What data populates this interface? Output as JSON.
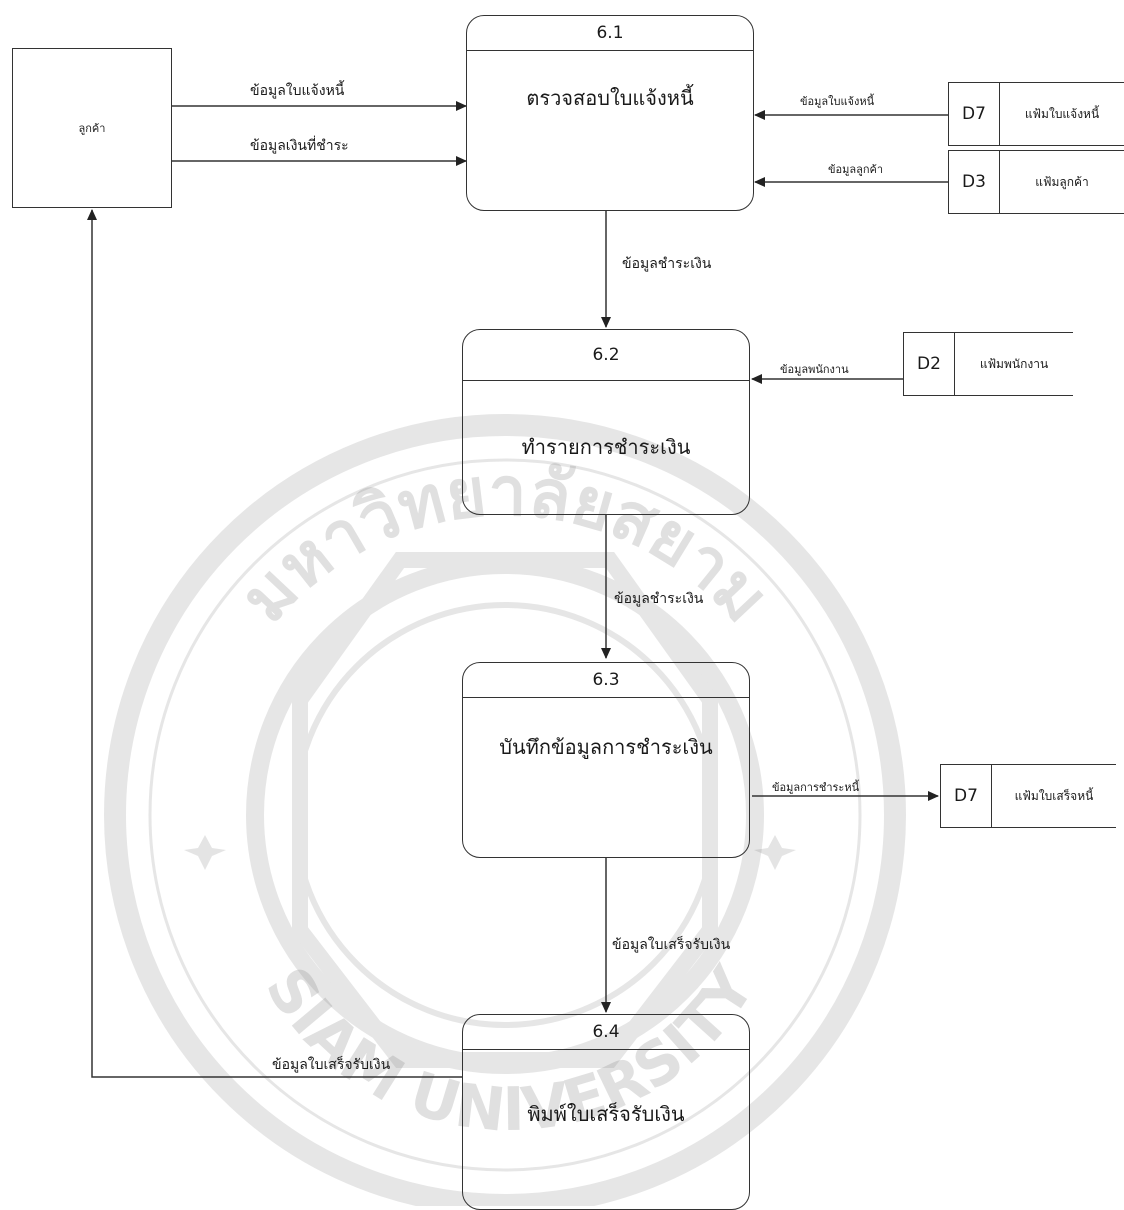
{
  "entity": {
    "label": "ลูกค้า"
  },
  "processes": [
    {
      "id": "6.1",
      "name": "ตรวจสอบใบแจ้งหนี้"
    },
    {
      "id": "6.2",
      "name": "ทำรายการชำระเงิน"
    },
    {
      "id": "6.3",
      "name": "บันทึกข้อมูลการชำระเงิน"
    },
    {
      "id": "6.4",
      "name": "พิมพ์ใบเสร็จรับเงิน"
    }
  ],
  "stores": [
    {
      "id": "D7",
      "name": "แฟ้มใบแจ้งหนี้"
    },
    {
      "id": "D3",
      "name": "แฟ้มลูกค้า"
    },
    {
      "id": "D2",
      "name": "แฟ้มพนักงาน"
    },
    {
      "id": "D7",
      "name": "แฟ้มใบเสร็จหนี้"
    }
  ],
  "flows": {
    "invoice_info": "ข้อมูลใบแจ้งหนี้",
    "amount_due": "ข้อมูลเงินที่ชำระ",
    "invoice_from_store": "ข้อมูลใบแจ้งหนี้",
    "customer_from_store": "ข้อมูลลูกค้า",
    "payment_1": "ข้อมูลชำระเงิน",
    "employee_from_store": "ข้อมูลพนักงาน",
    "payment_2": "ข้อมูลชำระเงิน",
    "payment_to_store": "ข้อมูลการชำระหนี้",
    "receipt_info": "ข้อมูลใบเสร็จรับเงิน",
    "receipt_to_customer": "ข้อมูลใบเสร็จรับเงิน"
  },
  "watermark": {
    "text_top": "มหาวิทยาลัยสยาม",
    "text_bottom": "SIAM UNIVERSITY"
  }
}
